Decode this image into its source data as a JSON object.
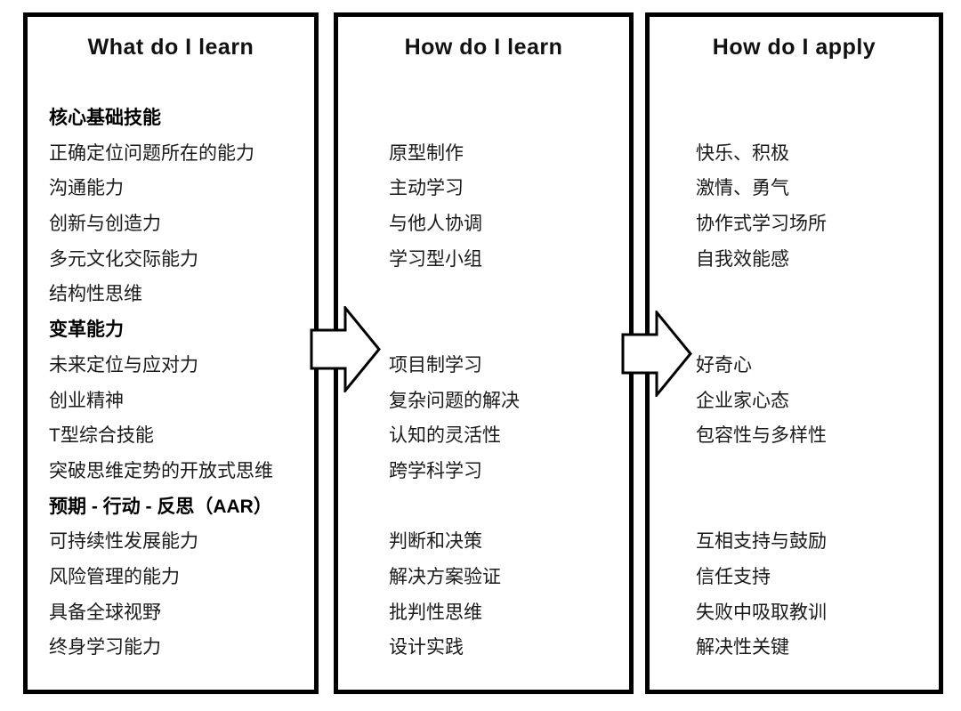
{
  "colors": {
    "background": "#ffffff",
    "border": "#000000",
    "text": "#1a1a1a",
    "arrow_fill": "#ffffff",
    "arrow_stroke": "#000000"
  },
  "columns": [
    {
      "header": "What do I learn",
      "rows": [
        {
          "text": "核心基础技能",
          "bold": true
        },
        {
          "text": "正确定位问题所在的能力",
          "bold": false
        },
        {
          "text": "沟通能力",
          "bold": false
        },
        {
          "text": "创新与创造力",
          "bold": false
        },
        {
          "text": "多元文化交际能力",
          "bold": false
        },
        {
          "text": "结构性思维",
          "bold": false
        },
        {
          "text": "变革能力",
          "bold": true
        },
        {
          "text": "未来定位与应对力",
          "bold": false
        },
        {
          "text": "创业精神",
          "bold": false
        },
        {
          "text": "T型综合技能",
          "bold": false
        },
        {
          "text": "突破思维定势的开放式思维",
          "bold": false
        },
        {
          "text": "预期 - 行动 - 反思（AAR）",
          "bold": true
        },
        {
          "text": "可持续性发展能力",
          "bold": false
        },
        {
          "text": "风险管理的能力",
          "bold": false
        },
        {
          "text": "具备全球视野",
          "bold": false
        },
        {
          "text": "终身学习能力",
          "bold": false
        }
      ]
    },
    {
      "header": "How do I learn",
      "rows": [
        {
          "text": "",
          "bold": false
        },
        {
          "text": "原型制作",
          "bold": false
        },
        {
          "text": "主动学习",
          "bold": false
        },
        {
          "text": "与他人协调",
          "bold": false
        },
        {
          "text": "学习型小组",
          "bold": false
        },
        {
          "text": "",
          "bold": false
        },
        {
          "text": "",
          "bold": false
        },
        {
          "text": "项目制学习",
          "bold": false
        },
        {
          "text": "复杂问题的解决",
          "bold": false
        },
        {
          "text": "认知的灵活性",
          "bold": false
        },
        {
          "text": "跨学科学习",
          "bold": false
        },
        {
          "text": "",
          "bold": false
        },
        {
          "text": "判断和决策",
          "bold": false
        },
        {
          "text": "解决方案验证",
          "bold": false
        },
        {
          "text": "批判性思维",
          "bold": false
        },
        {
          "text": "设计实践",
          "bold": false
        }
      ]
    },
    {
      "header": "How do I apply",
      "rows": [
        {
          "text": "",
          "bold": false
        },
        {
          "text": "快乐、积极",
          "bold": false
        },
        {
          "text": "激情、勇气",
          "bold": false
        },
        {
          "text": "协作式学习场所",
          "bold": false
        },
        {
          "text": "自我效能感",
          "bold": false
        },
        {
          "text": "",
          "bold": false
        },
        {
          "text": "",
          "bold": false
        },
        {
          "text": "好奇心",
          "bold": false
        },
        {
          "text": "企业家心态",
          "bold": false
        },
        {
          "text": "包容性与多样性",
          "bold": false
        },
        {
          "text": "",
          "bold": false
        },
        {
          "text": "",
          "bold": false
        },
        {
          "text": "互相支持与鼓励",
          "bold": false
        },
        {
          "text": "信任支持",
          "bold": false
        },
        {
          "text": "失败中吸取教训",
          "bold": false
        },
        {
          "text": "解决性关键",
          "bold": false
        }
      ]
    }
  ]
}
